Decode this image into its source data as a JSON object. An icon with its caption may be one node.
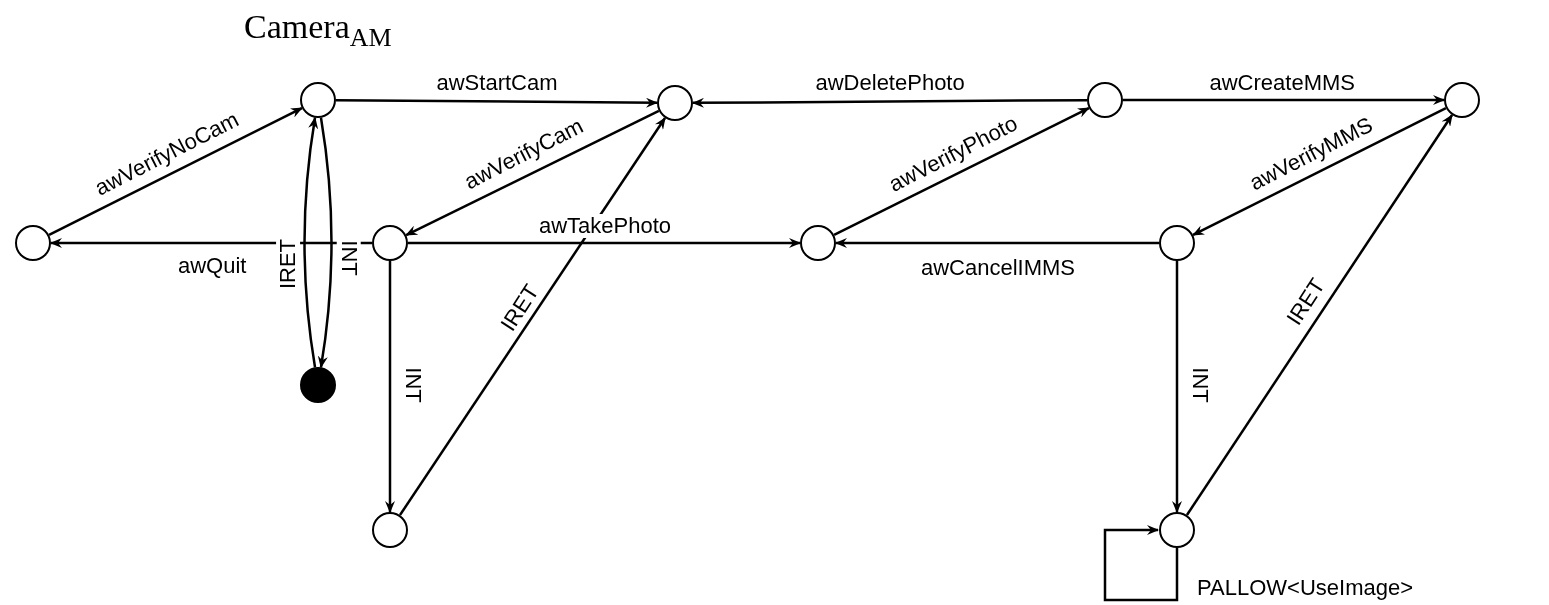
{
  "diagram": {
    "title": "Camera$_{AM}$",
    "nodes": [
      {
        "text": [],
        "shape": "circle"
      },
      {
        "text": [],
        "shape": "circle"
      },
      {
        "text": [],
        "shape": "circle"
      },
      {
        "text": [],
        "shape": "circle"
      },
      {
        "text": [],
        "shape": "circle"
      },
      {
        "text": [],
        "shape": "circle"
      },
      {
        "text": [],
        "shape": "circle"
      },
      {
        "text": [],
        "shape": "circle"
      },
      {
        "text": [],
        "shape": "dot"
      },
      {
        "text": [],
        "shape": "circle"
      },
      {
        "text": [],
        "shape": "circle"
      }
    ],
    "edges": [
      {
        "from": 0,
        "to": 1,
        "arrow": "to",
        "label": "awStartCam"
      },
      {
        "from": 2,
        "to": 1,
        "arrow": "to",
        "label": "awDeletePhoto"
      },
      {
        "from": 2,
        "to": 3,
        "arrow": "to",
        "label": "awCreateMMS"
      },
      {
        "from": 4,
        "to": 0,
        "arrow": "to",
        "label": "awVerifyNoCam"
      },
      {
        "from": 1,
        "to": 5,
        "arrow": "to",
        "label": "awVerifyCam"
      },
      {
        "from": 5,
        "to": 4,
        "arrow": "to",
        "label": "awQuit"
      },
      {
        "from": 5,
        "to": 6,
        "arrow": "to",
        "label": "awTakePhoto"
      },
      {
        "from": 6,
        "to": 2,
        "arrow": "to",
        "label": "awVerifyPhoto"
      },
      {
        "from": 3,
        "to": 7,
        "arrow": "to",
        "label": "awVerifyMMS"
      },
      {
        "from": 7,
        "to": 6,
        "arrow": "to",
        "label": "awCancelIMMS"
      },
      {
        "from": 0,
        "to": 8,
        "arrow": "to",
        "label": "INT"
      },
      {
        "from": 8,
        "to": 0,
        "arrow": "to",
        "label": "IRET"
      },
      {
        "from": 5,
        "to": 9,
        "arrow": "to",
        "label": "INT"
      },
      {
        "from": 9,
        "to": 1,
        "arrow": "to",
        "label": "IRET"
      },
      {
        "from": 7,
        "to": 10,
        "arrow": "to",
        "label": "INT"
      },
      {
        "from": 10,
        "to": 3,
        "arrow": "to",
        "label": "IRET"
      },
      {
        "from": 10,
        "to": 10,
        "arrow": "to",
        "label": "PALLOW<UseImage>"
      }
    ]
  }
}
